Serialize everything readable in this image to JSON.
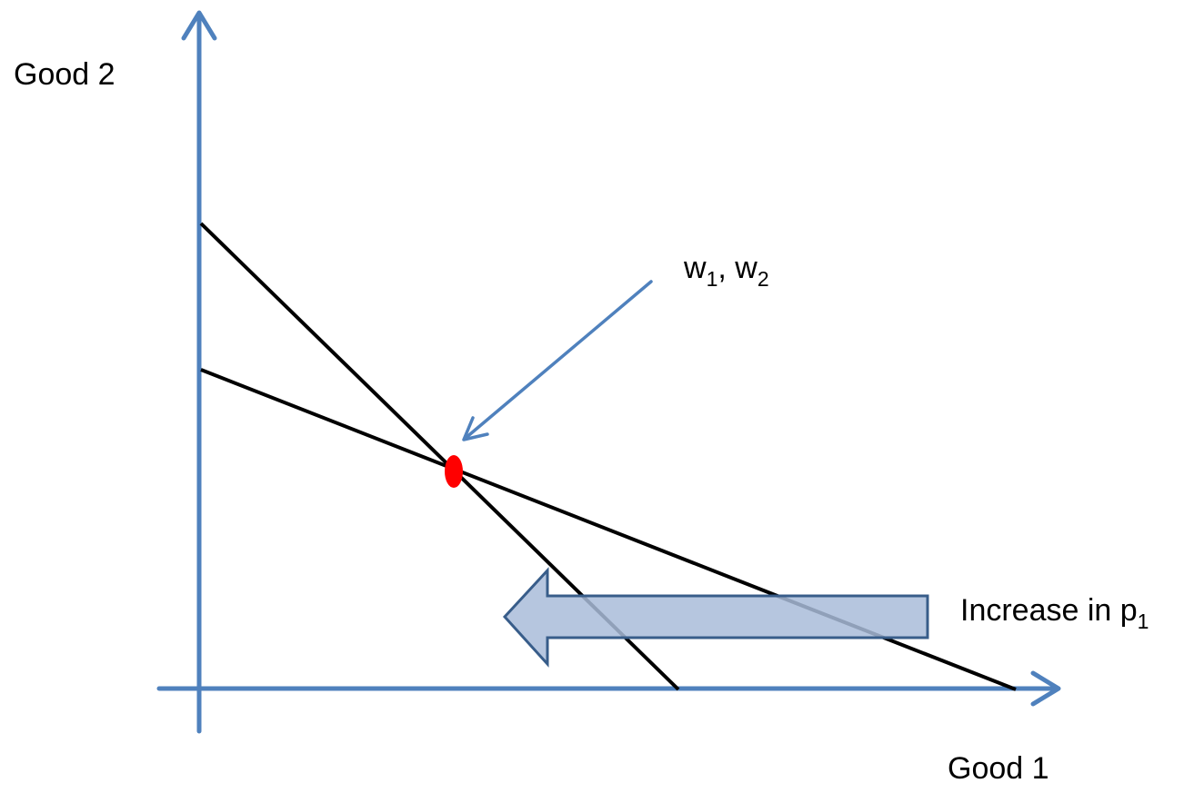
{
  "labels": {
    "y_axis": "Good 2",
    "x_axis": "Good 1",
    "endowment": {
      "w1_base": "w",
      "w1_sub": "1",
      "separator": ", ",
      "w2_base": "w",
      "w2_sub": "2"
    },
    "shift": {
      "text": "Increase in p",
      "sub": "1"
    }
  },
  "colors": {
    "axis": "#4f81bd",
    "budget_line": "#000000",
    "endowment_point": "#ff0000",
    "shift_arrow_fill": "#a9bcd9",
    "shift_arrow_stroke": "#385d8a",
    "text": "#000000"
  },
  "icons": {
    "shift_arrow": "left-block-arrow-icon",
    "pointer_arrow": "pointer-arrow-icon"
  }
}
